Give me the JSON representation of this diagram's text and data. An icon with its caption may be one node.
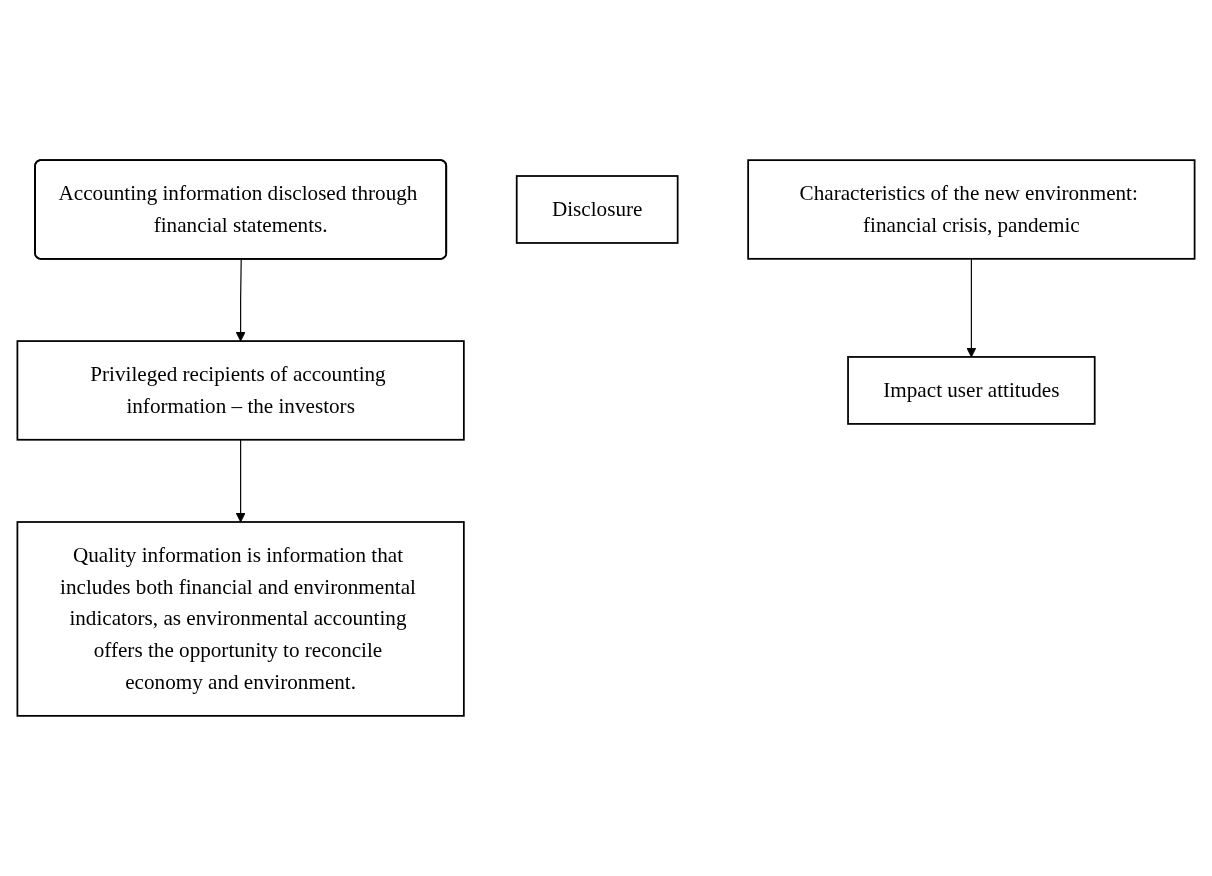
{
  "diagram": {
    "nodes": [
      {
        "text": [
          "Accounting information disclosed through financial statements."
        ]
      },
      {
        "text": [
          "Disclosure"
        ]
      },
      {
        "text": [
          "Characteristics of the new environment: financial crisis, pandemic"
        ]
      },
      {
        "text": [
          "Privileged recipients of accounting information – the investors"
        ]
      },
      {
        "text": [
          "Impact user attitudes"
        ]
      },
      {
        "text": [
          "Quality information is information that includes both financial and environmental indicators, as environmental accounting offers the opportunity to reconcile economy and environment."
        ]
      }
    ],
    "edges": [
      {
        "from": 0,
        "to": 3,
        "arrow": "to"
      },
      {
        "from": 2,
        "to": 4,
        "arrow": "to"
      },
      {
        "from": 3,
        "to": 5,
        "arrow": "to"
      }
    ]
  }
}
